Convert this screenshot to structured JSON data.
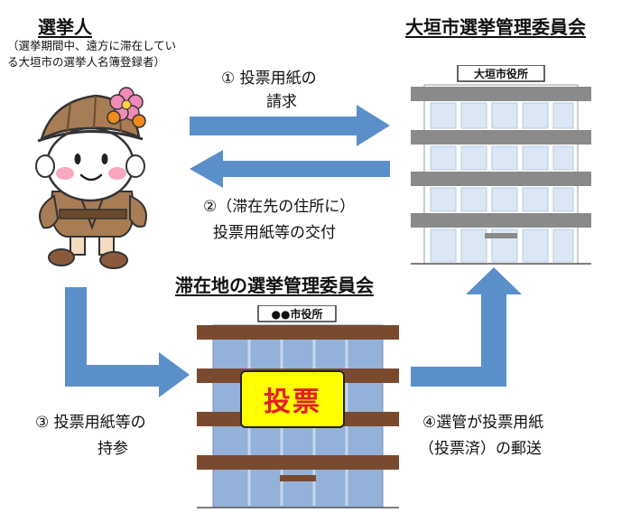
{
  "voter": {
    "title": "選挙人",
    "note_line1": "（選挙期間中、遠方に滞在してい",
    "note_line2": "る大垣市の選挙人名簿登録者）"
  },
  "ogaki_committee": {
    "title": "大垣市選挙管理委員会",
    "sign": "大垣市役所"
  },
  "local_committee": {
    "title": "滞在地の選挙管理委員会",
    "sign": "●●市役所",
    "vote_label": "投票"
  },
  "steps": {
    "s1_line1": "① 投票用紙の",
    "s1_line2": "請求",
    "s2_line1": "②（滞在先の住所に）",
    "s2_line2": "投票用紙等の交付",
    "s3_line1": "③ 投票用紙等の",
    "s3_line2": "持参",
    "s4_line1": "④選管が投票用紙",
    "s4_line2": "（投票済）の郵送"
  },
  "colors": {
    "arrow": "#5b8fc9",
    "ogaki_band": "#8a8a8a",
    "ogaki_cell": "#dbe7f5",
    "local_band": "#7a4a2e",
    "local_cell": "#94b1d9",
    "vote_box": "#ffff00",
    "vote_text": "#e31e24"
  }
}
